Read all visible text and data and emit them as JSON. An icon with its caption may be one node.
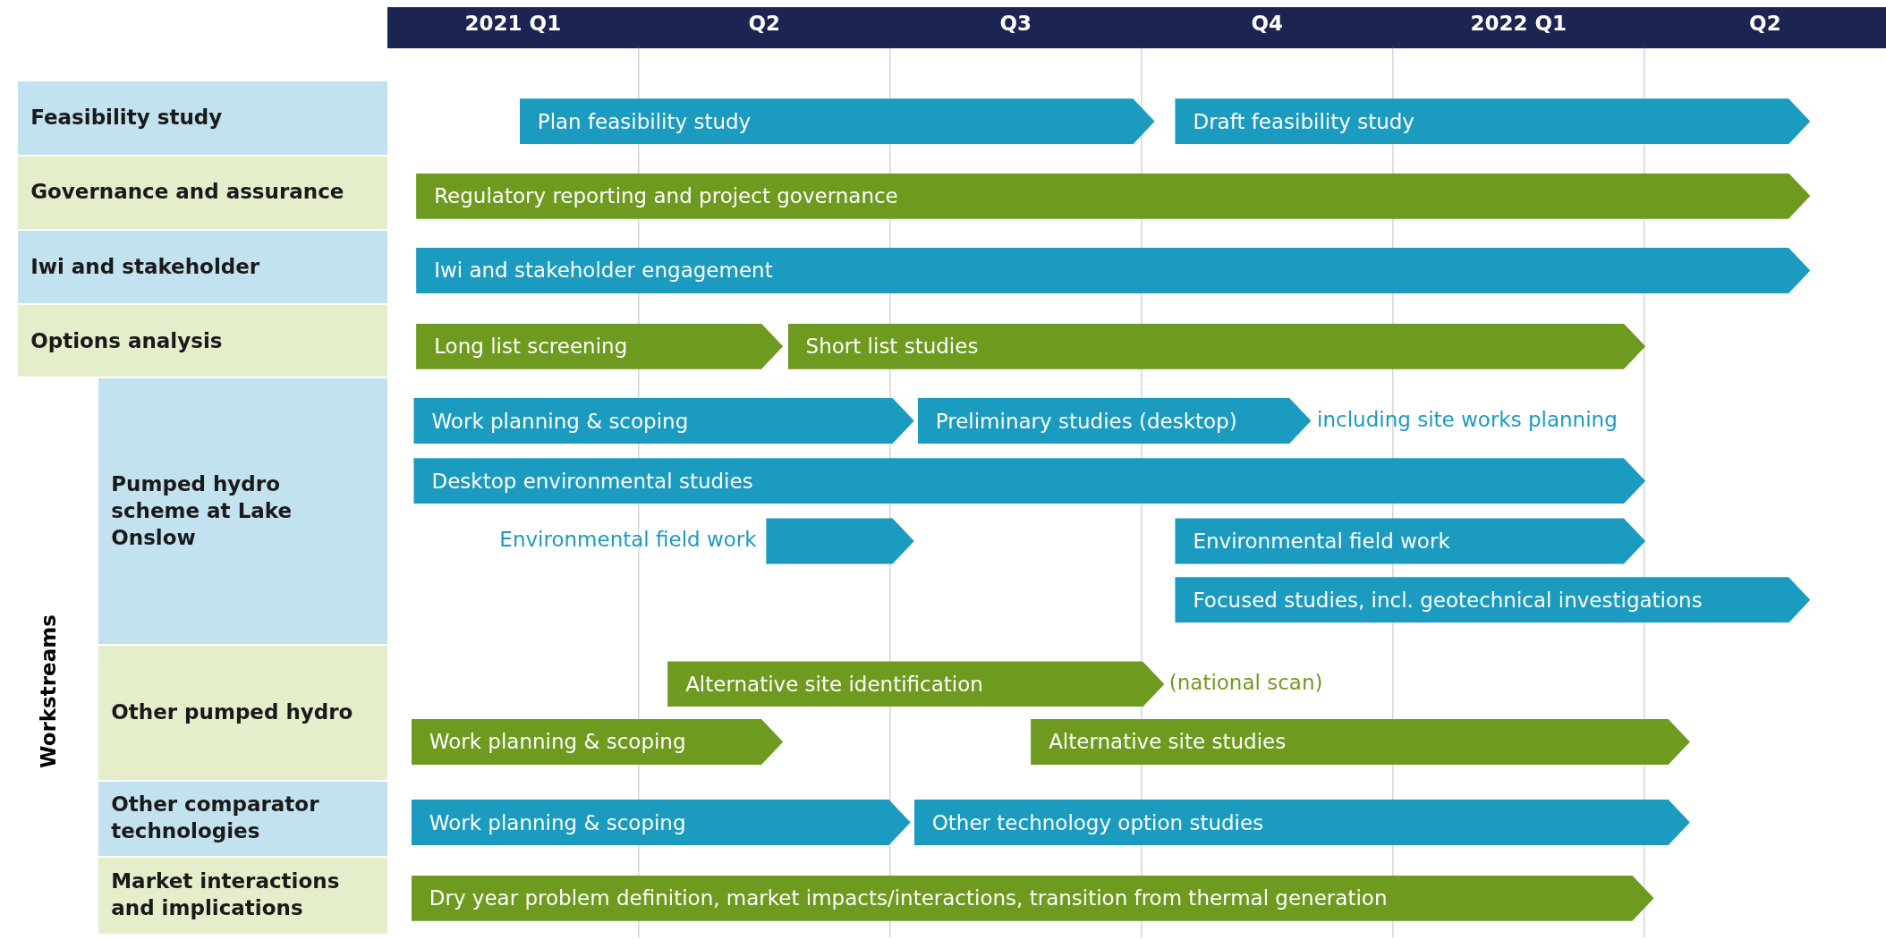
{
  "diagram": {
    "nodes": [
      {
        "text": [
          "Feasibility study"
        ]
      },
      {
        "text": [
          "Plan feasibility study"
        ]
      },
      {
        "text": [
          "Draft feasibility study"
        ]
      },
      {
        "text": [
          "Governance and assurance"
        ]
      },
      {
        "text": [
          "Regulatory reporting and project governance"
        ]
      },
      {
        "text": [
          "Iwi and stakeholder"
        ]
      },
      {
        "text": [
          "Iwi and stakeholder engagement"
        ]
      },
      {
        "text": [
          "Options analysis"
        ]
      },
      {
        "text": [
          "Long list screening"
        ]
      },
      {
        "text": [
          "Short list studies"
        ]
      },
      {
        "text": [
          "Pumped hydro scheme at Lake Onslow"
        ]
      },
      {
        "text": [
          "Work planning & scoping"
        ]
      },
      {
        "text": [
          "Preliminary studies (desktop)"
        ],
        "beside": [
          "including site works planning"
        ]
      },
      {
        "text": [
          "Desktop environmental studies"
        ]
      },
      {
        "text": [],
        "shape": "bar",
        "beside": [
          "Environmental field work"
        ]
      },
      {
        "text": [
          "Environmental field work"
        ]
      },
      {
        "text": [
          "Focused studies, incl. geotechnical investigations"
        ]
      },
      {
        "text": [
          "Other pumped hydro"
        ]
      },
      {
        "text": [
          "Alternative site identification"
        ],
        "beside": [
          "(national scan)"
        ]
      },
      {
        "text": [
          "Work planning & scoping"
        ]
      },
      {
        "text": [
          "Alternative site studies"
        ]
      },
      {
        "text": [
          "Other comparator technologies"
        ]
      },
      {
        "text": [
          "Work planning & scoping"
        ]
      },
      {
        "text": [
          "Other technology option studies"
        ]
      },
      {
        "text": [
          "Market interactions and implications"
        ]
      },
      {
        "text": [
          "Dry year problem definition, market impacts/interactions, transition from thermal generation"
        ]
      }
    ],
    "labels": [
      "2021 Q1",
      "Q2",
      "Q3",
      "Q4",
      "2022 Q1",
      "Q2",
      "Workstreams"
    ]
  }
}
